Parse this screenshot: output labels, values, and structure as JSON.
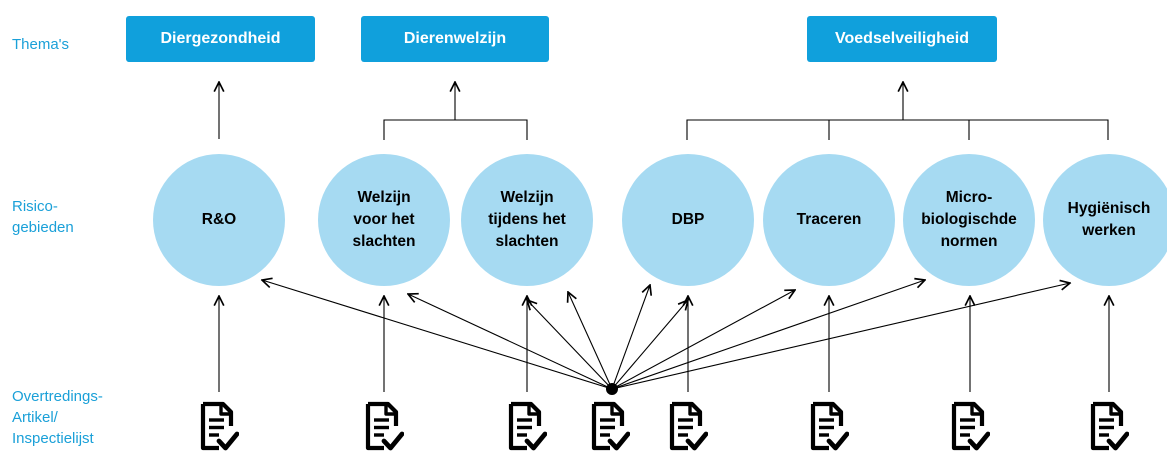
{
  "row_labels": {
    "themes": [
      "Thema's"
    ],
    "risks": [
      "Risico-",
      "gebieden"
    ],
    "articles": [
      "Overtredings-",
      "Artikel/",
      "Inspectielijst"
    ]
  },
  "themes": [
    {
      "id": "diergezondheid",
      "label": "Diergezondheid"
    },
    {
      "id": "dierenwelzijn",
      "label": "Dierenwelzijn"
    },
    {
      "id": "voedselveiligheid",
      "label": "Voedselveiligheid"
    }
  ],
  "risk_areas": [
    {
      "id": "ro",
      "lines": [
        "R&O"
      ],
      "theme": "diergezondheid"
    },
    {
      "id": "welzijn-voor",
      "lines": [
        "Welzijn",
        "voor het",
        "slachten"
      ],
      "theme": "dierenwelzijn"
    },
    {
      "id": "welzijn-tijdens",
      "lines": [
        "Welzijn",
        "tijdens het",
        "slachten"
      ],
      "theme": "dierenwelzijn"
    },
    {
      "id": "dbp",
      "lines": [
        "DBP"
      ],
      "theme": "voedselveiligheid"
    },
    {
      "id": "traceren",
      "lines": [
        "Traceren"
      ],
      "theme": "voedselveiligheid"
    },
    {
      "id": "micro",
      "lines": [
        "Micro-",
        "biologischde",
        "normen"
      ],
      "theme": "voedselveiligheid"
    },
    {
      "id": "hygienisch",
      "lines": [
        "Hygiënisch",
        "werken"
      ],
      "theme": "voedselveiligheid"
    }
  ],
  "document_icon": "document-check-icon",
  "colors": {
    "theme_box": "#10a0dc",
    "risk_circle": "#a6daf2",
    "row_label": "#1aa0d8",
    "connector": "#000000"
  }
}
